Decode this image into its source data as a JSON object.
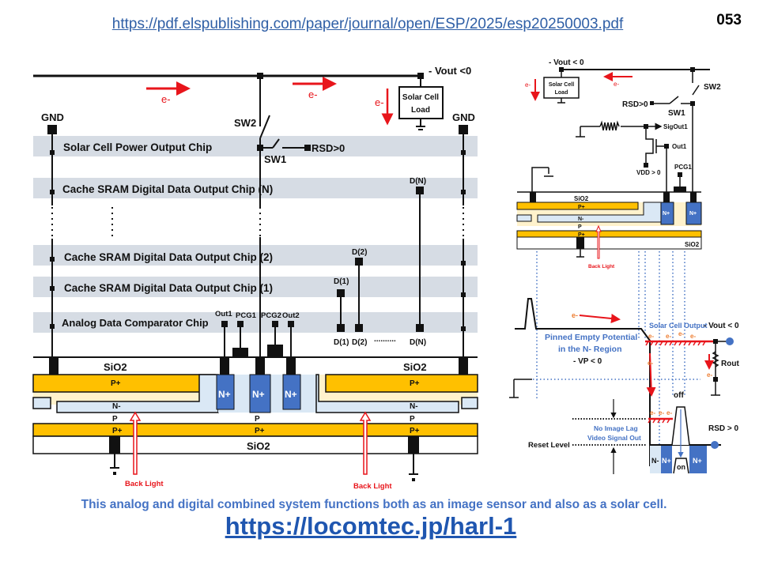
{
  "header": {
    "source_url": "https://pdf.elspublishing.com/paper/journal/open/ESP/2025/esp20250003.pdf",
    "page_number": "053"
  },
  "main_diagram": {
    "vout_label": "- Vout <0",
    "gnd_left": "GND",
    "gnd_right": "GND",
    "electron": "e-",
    "sw2": "SW2",
    "sw1": "SW1",
    "rsd": "RSD>0",
    "load_line1": "Solar Cell",
    "load_line2": "Load",
    "chips": [
      "Solar Cell Power Output Chip",
      "Cache SRAM Digital Data Output Chip (N)",
      "Cache SRAM Digital Data Output Chip (2)",
      "Cache SRAM Digital Data Output Chip (1)",
      "Analog Data Comparator Chip"
    ],
    "pins": {
      "out1": "Out1",
      "pcg1": "PCG1",
      "pcg2": "PCG2",
      "out2": "Out2"
    },
    "data_pins": {
      "dn_top": "D(N)",
      "d2_top": "D(2)",
      "d1_top": "D(1)",
      "d1_bot": "D(1)",
      "d2_bot": "D(2)",
      "dots": "..........",
      "dn_bot": "D(N)"
    },
    "layers": {
      "sio2": "SiO2",
      "pplus": "P+",
      "nminus": "N-",
      "p": "P",
      "nplus": "N+"
    },
    "back_light": "Back Light"
  },
  "side_circuit": {
    "vout_label": "- Vout < 0",
    "load_line1": "Solar Cell",
    "load_line2": "Load",
    "electron": "e-",
    "rsd": "RSD>0",
    "sw1": "SW1",
    "sw2": "SW2",
    "sigout": "SigOut1",
    "out1": "Out1",
    "vdd": "VDD > 0",
    "pcg1": "PCG1",
    "back_light": "Back Light"
  },
  "potential_diagram": {
    "solar_cell_output": "Solar Cell Output",
    "vout": "- Vout < 0",
    "pinned_line1": "Pinned Empty Potential",
    "pinned_line2": "in the N- Region",
    "vp": "- VP < 0",
    "rout": "Rout",
    "off": "off",
    "on": "on",
    "rsd": "RSD > 0",
    "no_lag_line1": "No Image Lag",
    "no_lag_line2": "Video Signal Out",
    "reset_level": "Reset Level",
    "nminus": "N-",
    "nplus": "N+",
    "electron": "e-"
  },
  "footer": {
    "caption": "This analog and digital combined system functions both as an image sensor and also as a solar cell.",
    "link": "https://locomtec.jp/harl-1"
  },
  "colors": {
    "link_blue": "#2f5fa6",
    "caption_blue": "#4472c4",
    "arrow_red": "#e8151b",
    "pplus_gold": "#ffc000",
    "p_cream": "#fff2cc",
    "nminus_blue": "#dae8f5",
    "nplus_blue": "#4472c4",
    "chip_gray": "#d6dce4"
  }
}
